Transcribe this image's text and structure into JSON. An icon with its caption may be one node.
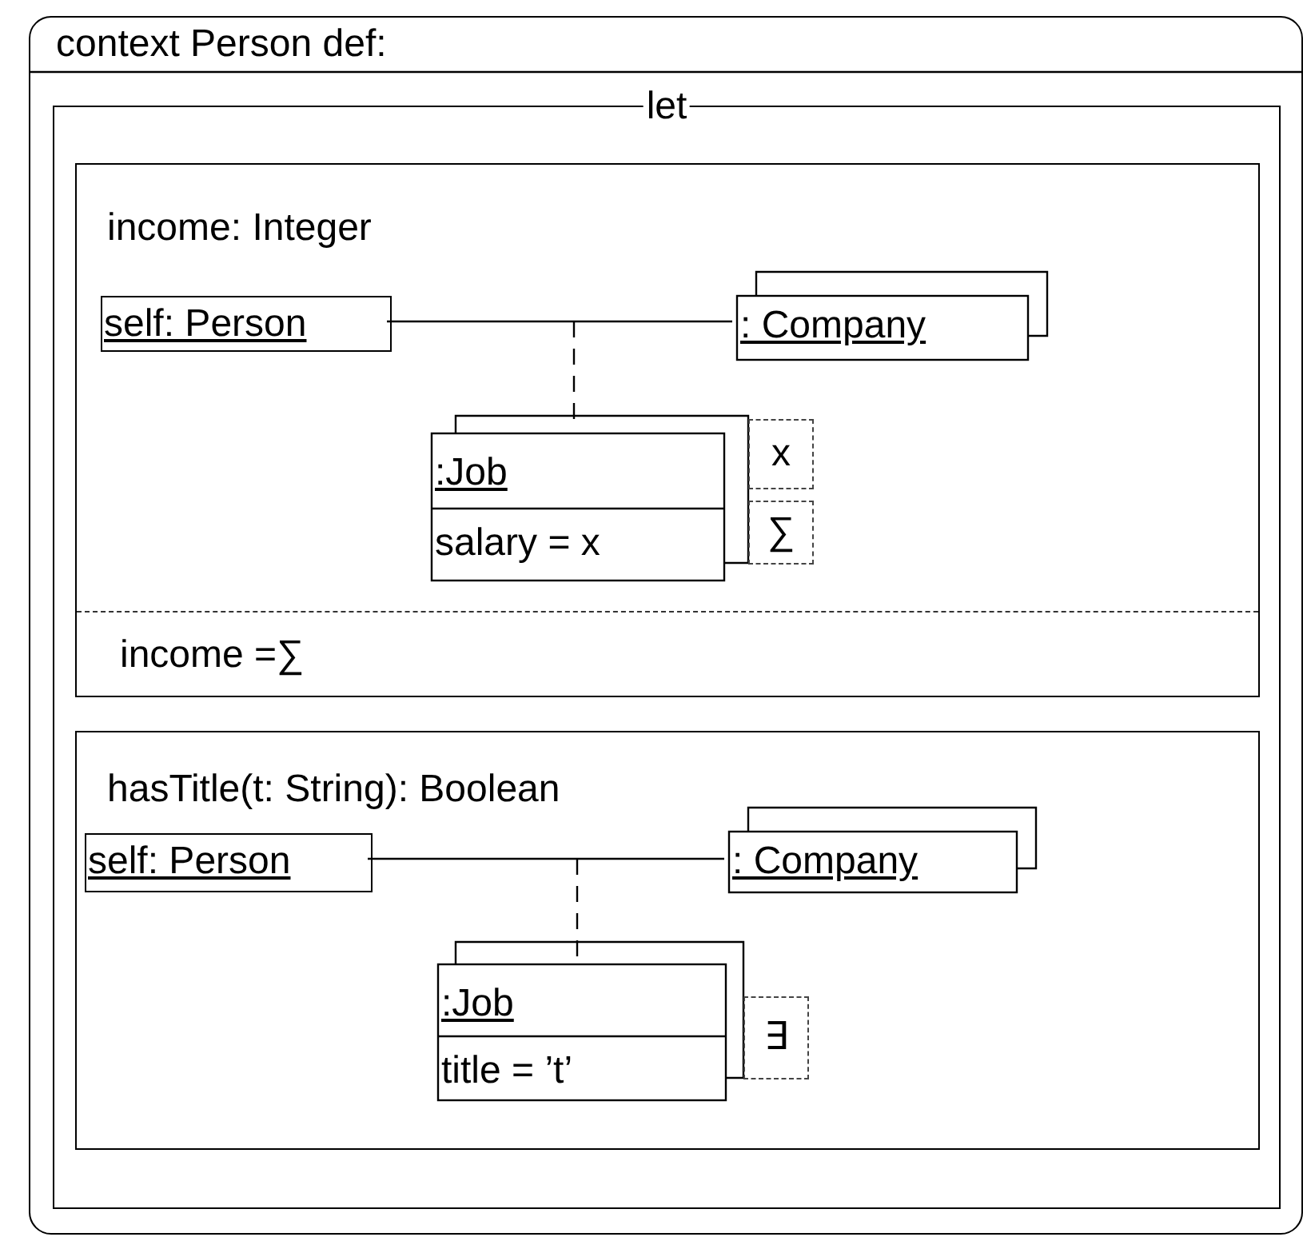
{
  "diagram": {
    "nodes": [
      {
        "text": [
          "context Person def:"
        ]
      },
      {
        "text": [
          "let"
        ],
        "in": 0
      },
      {
        "text": [
          "income: Integer",
          "income =∑"
        ],
        "in": 1
      },
      {
        "text": [
          "self: Person"
        ],
        "in": 2
      },
      {
        "text": [
          ": Company"
        ],
        "in": 2
      },
      {
        "text": [
          ":Job",
          "salary = x"
        ],
        "in": 2
      },
      {
        "text": [
          "x"
        ],
        "in": 2
      },
      {
        "text": [
          "∑"
        ],
        "in": 2
      },
      {
        "text": [
          "hasTitle(t: String): Boolean"
        ],
        "in": 1
      },
      {
        "text": [
          "self: Person"
        ],
        "in": 8
      },
      {
        "text": [
          ": Company"
        ],
        "in": 8
      },
      {
        "text": [
          ":Job",
          "title = ’t’"
        ],
        "in": 8
      },
      {
        "text": [
          "∃"
        ],
        "in": 8
      }
    ],
    "edges": [
      {
        "from": 3,
        "to": 4,
        "arrow": "none"
      },
      {
        "from": null,
        "to": 5,
        "arrow": "none",
        "style": "dashed"
      },
      {
        "from": 9,
        "to": 10,
        "arrow": "none"
      },
      {
        "from": null,
        "to": 11,
        "arrow": "none",
        "style": "dashed"
      }
    ]
  }
}
